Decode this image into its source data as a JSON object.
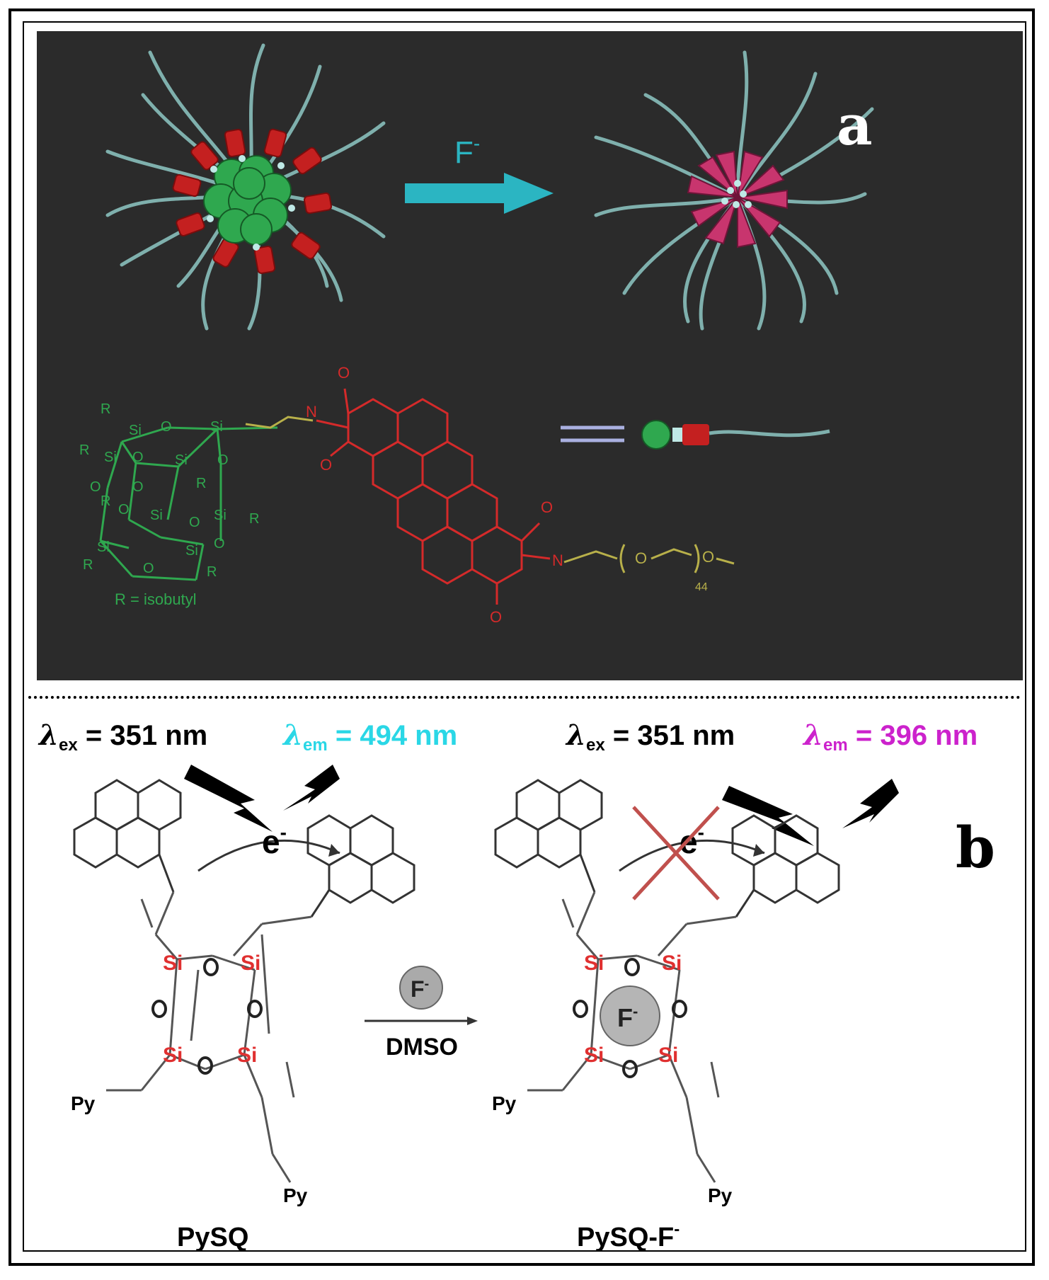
{
  "panel_a": {
    "label": "a",
    "arrow_label": "F",
    "arrow_label_sup": "-",
    "r_legend": "R = isobutyl",
    "si": "Si",
    "o": "O",
    "n": "N",
    "r": "R",
    "peg_n": "44",
    "colors": {
      "background": "#2b2b2b",
      "arrow": "#2bb5c2",
      "poss": "#2fa84f",
      "pdi": "#d42a2a",
      "linker": "#b8b04a",
      "pink": "#c8356e",
      "chain": "#7fb0ad"
    }
  },
  "panel_b": {
    "label": "b",
    "left_ex": {
      "lambda": "λ",
      "sub": "ex",
      "value": " = 351 nm"
    },
    "left_em": {
      "lambda": "λ",
      "sub": "em",
      "value": " = 494 nm",
      "color": "#2ad7e6"
    },
    "right_ex": {
      "lambda": "λ",
      "sub": "ex",
      "value": " = 351 nm"
    },
    "right_em": {
      "lambda": "λ",
      "sub": "em",
      "value": " = 396 nm",
      "color": "#cc22cc"
    },
    "electron": "e",
    "electron_sup": "-",
    "reagent": "F",
    "reagent_sup": "-",
    "solvent": "DMSO",
    "py": "Py",
    "si": "Si",
    "left_name": "PySQ",
    "right_name": "PySQ-F",
    "right_name_sup": "-"
  }
}
